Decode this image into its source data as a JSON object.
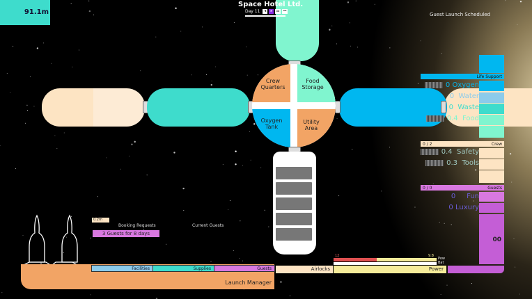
{
  "header": {
    "title": "Space Hotel Ltd.",
    "day": "Day 11",
    "speed_buttons": [
      "◂",
      "▸",
      "▸▸",
      "▸▸▸"
    ],
    "altitude": "91.1m",
    "status": "Guest Launch Scheduled"
  },
  "hub": {
    "quadrants": [
      "Crew Quarters",
      "Food Storage",
      "Oxygen Tank",
      "Utility Area"
    ]
  },
  "colors": {
    "orange": "#f2a465",
    "mint": "#80f5cf",
    "blue": "#00b7f0",
    "teal": "#3edccc",
    "peach": "#fde4c3",
    "magenta": "#d878e0",
    "yellow": "#f6ec9a",
    "lightblue": "#8ccbeb"
  },
  "life_support": {
    "title": "Life Support",
    "items": [
      {
        "label": "Oxygen",
        "value": "0"
      },
      {
        "label": "Water",
        "value": "0"
      },
      {
        "label": "Waste",
        "value": "0"
      },
      {
        "label": "Food",
        "value": "0.4"
      }
    ]
  },
  "crew": {
    "title": "Crew",
    "count": "0 / 2",
    "items": [
      {
        "label": "Safety",
        "value": "0.4"
      },
      {
        "label": "Tools",
        "value": "0.3"
      }
    ]
  },
  "guests": {
    "title": "Guests",
    "count": "0 / 0",
    "items": [
      {
        "label": "Fun",
        "value": "0"
      },
      {
        "label": "Luxury",
        "value": "0"
      }
    ],
    "big_value": "00"
  },
  "booking": {
    "title": "Booking Requests",
    "request": "3 Guests for 8 days",
    "timer": "0.2m",
    "current_title": "Current Guests"
  },
  "bottom": {
    "launch_manager": "Launch Manager",
    "tabs": [
      "Facilities",
      "Supplies",
      "Guests"
    ],
    "airlocks": "Airlocks",
    "power": "Power",
    "power_used": "12",
    "power_max": "9.8",
    "pow_label": "Pow",
    "bat_label": "Bat",
    "power_fraction": 0.42
  }
}
